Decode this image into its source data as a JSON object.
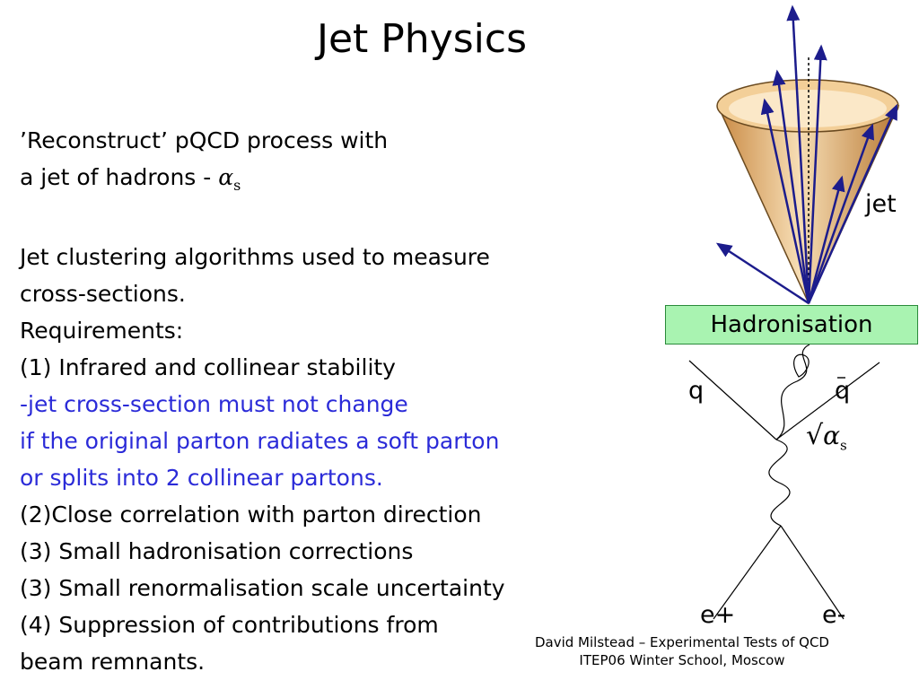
{
  "slide": {
    "title": "Jet Physics",
    "lines": {
      "l1": "’Reconstruct’ pQCD process with",
      "l2_prefix": "a jet of hadrons - ",
      "alpha_symbol": "α",
      "alpha_sub": "s",
      "l3": "Jet clustering algorithms used to measure",
      "l4": "cross-sections.",
      "l5": "Requirements:",
      "l6": "(1) Infrared and collinear stability",
      "l7": "-jet cross-section must not change",
      "l8": "if the original parton radiates a soft parton",
      "l9": "or splits into 2 collinear partons.",
      "l10": "(2)Close correlation with parton direction",
      "l11": "(3) Small hadronisation corrections",
      "l12": "(3) Small renormalisation scale uncertainty",
      "l13": "(4) Suppression of contributions from",
      "l14": "beam remnants."
    },
    "footer": {
      "line1": "David Milstead – Experimental Tests of QCD",
      "line2": "ITEP06 Winter School, Moscow"
    }
  },
  "diagram": {
    "jet_label": "jet",
    "hadronisation_label": "Hadronisation",
    "quark_label": "q",
    "antiquark_label": "q",
    "sqrt_symbol": "√",
    "alpha_symbol": "α",
    "alpha_sub": "s",
    "positron_label": "e+",
    "electron_label": "e-",
    "colors": {
      "box_fill": "#a9f3b1",
      "cone_fill": "#e4b06e",
      "arrow": "#1c1c8c",
      "highlight_text": "#2b2bd8"
    }
  }
}
